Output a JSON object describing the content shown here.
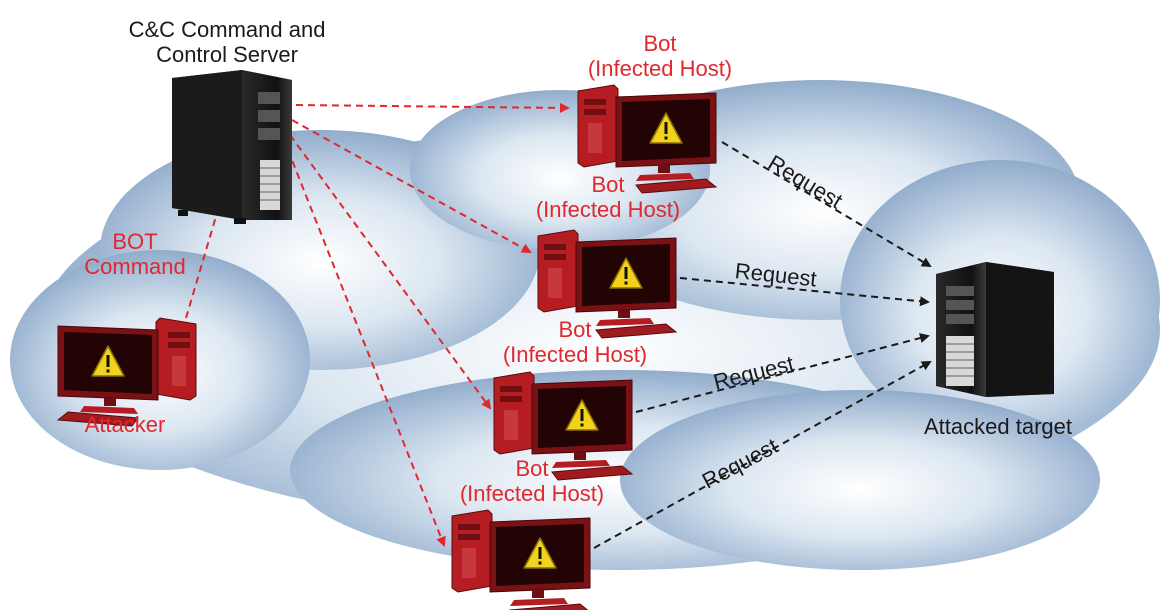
{
  "nodes": {
    "cc_server": {
      "lines": [
        "C&C Command and",
        "Control Server"
      ]
    },
    "attacker": {
      "label": "Attacker"
    },
    "target": {
      "label": "Attacked target"
    },
    "bots": [
      {
        "lines": [
          "Bot",
          "(Infected Host)"
        ]
      },
      {
        "lines": [
          "Bot",
          "(Infected Host)"
        ]
      },
      {
        "lines": [
          "Bot",
          "(Infected Host)"
        ]
      },
      {
        "lines": [
          "Bot",
          "(Infected Host)"
        ]
      }
    ]
  },
  "edges": {
    "bot_command": {
      "lines": [
        "BOT",
        "Command"
      ]
    },
    "requests": [
      "Request",
      "Request",
      "Request",
      "Request"
    ]
  },
  "colors": {
    "command_arrow": "#e0282e",
    "request_arrow": "#1a1a1a",
    "bot_label": "#e0282e",
    "infected_pc_body": "#b51d22",
    "warning": "#f2d21b"
  },
  "icons": {
    "server": "server-tower-icon",
    "infected_pc": "infected-pc-icon",
    "warning": "warning-triangle-icon",
    "cloud": "cloud-background"
  }
}
